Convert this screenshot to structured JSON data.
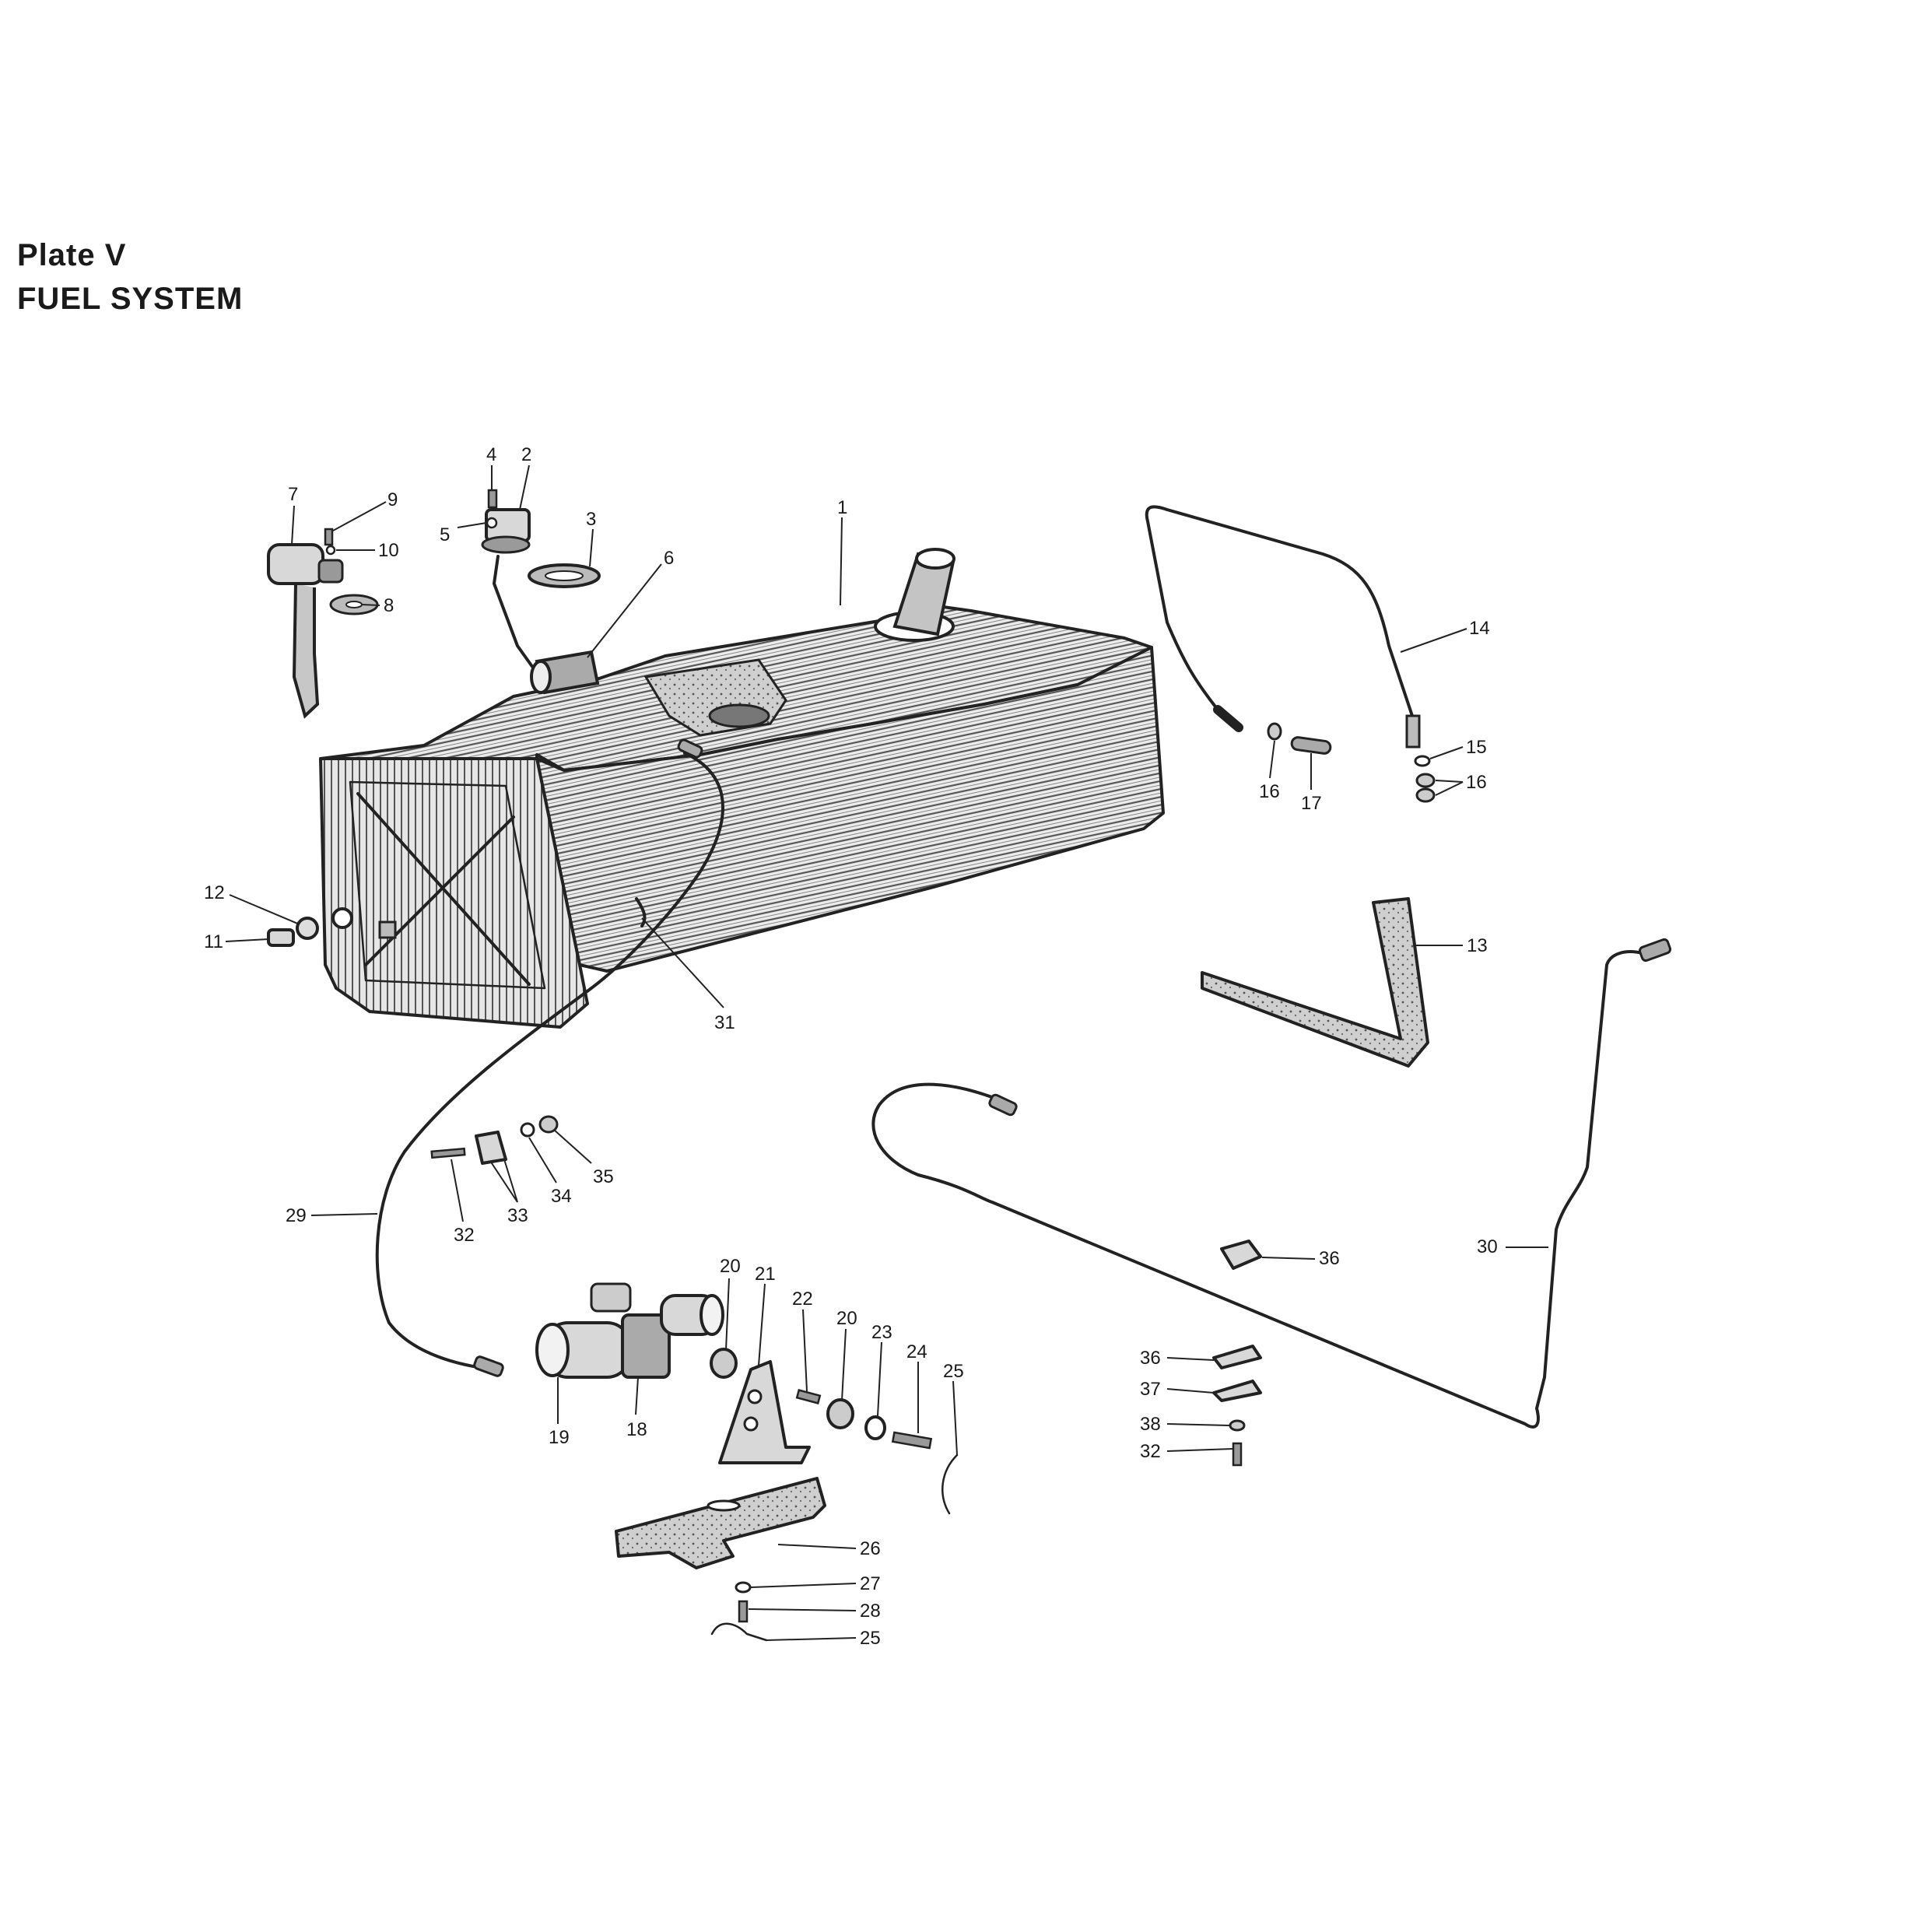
{
  "plate": {
    "number": "Plate V",
    "title": "FUEL SYSTEM"
  },
  "callouts": {
    "c1": "1",
    "c2": "2",
    "c3": "3",
    "c4": "4",
    "c5": "5",
    "c6": "6",
    "c7": "7",
    "c8": "8",
    "c9": "9",
    "c10": "10",
    "c11": "11",
    "c12": "12",
    "c13": "13",
    "c14": "14",
    "c15": "15",
    "c16a": "16",
    "c16b": "16",
    "c17": "17",
    "c18": "18",
    "c19": "19",
    "c20a": "20",
    "c20b": "20",
    "c21": "21",
    "c22": "22",
    "c23": "23",
    "c24": "24",
    "c25a": "25",
    "c25b": "25",
    "c26": "26",
    "c27": "27",
    "c28": "28",
    "c29": "29",
    "c30": "30",
    "c31": "31",
    "c32a": "32",
    "c32b": "32",
    "c33": "33",
    "c34": "34",
    "c35": "35",
    "c36a": "36",
    "c36b": "36",
    "c37": "37",
    "c38": "38"
  }
}
